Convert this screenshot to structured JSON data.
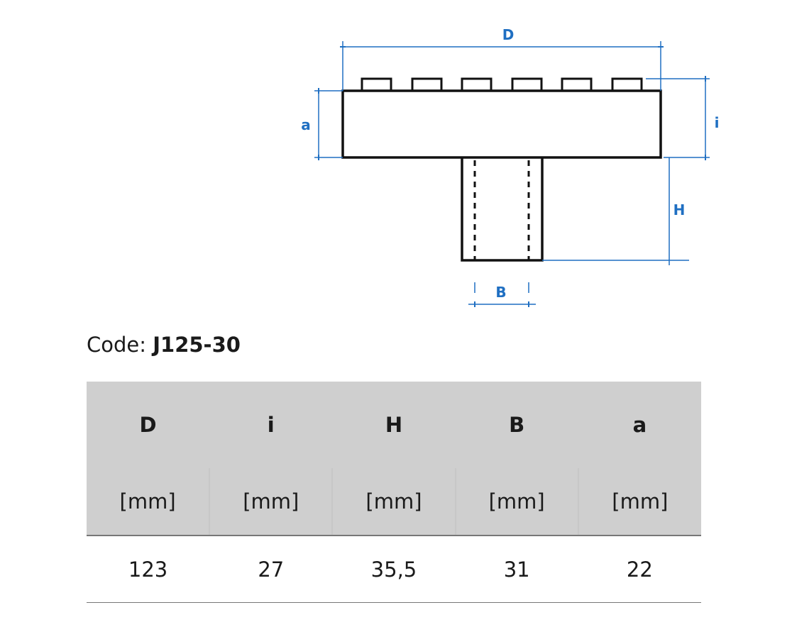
{
  "diagram": {
    "labels": {
      "D": "D",
      "i": "i",
      "a": "a",
      "H": "H",
      "B": "B"
    },
    "accent_color": "#1f6fc2",
    "outline_color": "#111111"
  },
  "code": {
    "prefix": "Code: ",
    "value": "J125-30"
  },
  "table": {
    "symbols": [
      "D",
      "i",
      "H",
      "B",
      "a"
    ],
    "units": [
      "[mm]",
      "[mm]",
      "[mm]",
      "[mm]",
      "[mm]"
    ],
    "values": [
      "123",
      "27",
      "35,5",
      "31",
      "22"
    ]
  }
}
